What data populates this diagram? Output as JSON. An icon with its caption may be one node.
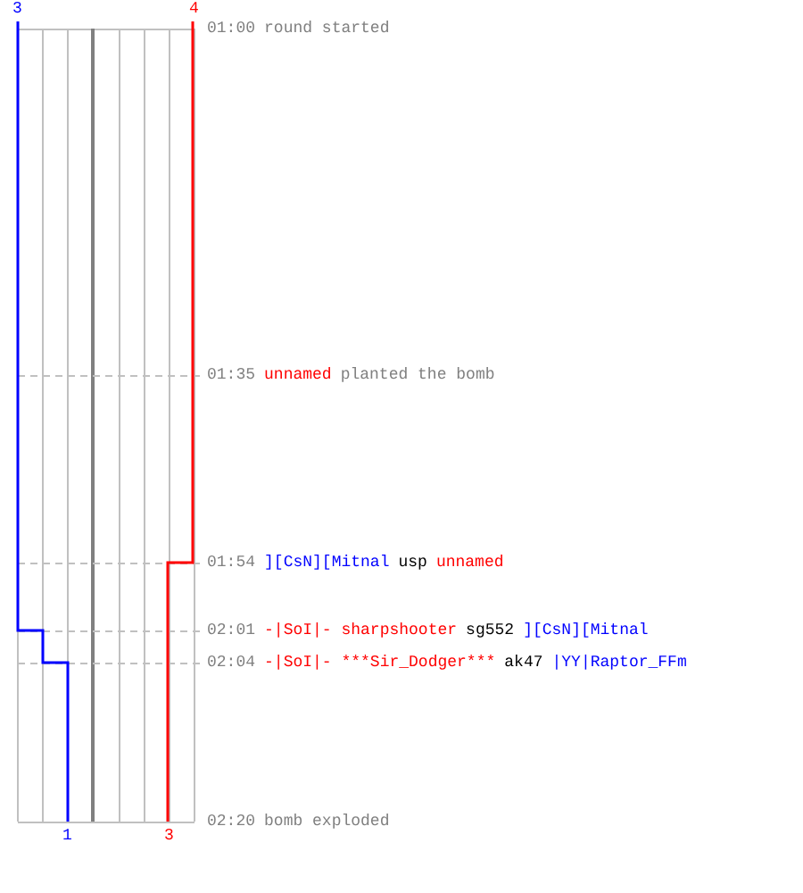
{
  "diagram": {
    "labels": [
      "3",
      "4",
      "01:00",
      "round started",
      "01:35",
      "unnamed",
      "planted the bomb",
      "01:54",
      "][CsN][Mitnal",
      "usp",
      "unnamed",
      "02:01",
      "-|SoI|- sharpshooter",
      "sg552",
      "][CsN][Mitnal",
      "02:04",
      "-|SoI|- ***Sir_Dodger***",
      "ak47",
      "|YY|Raptor_FFm",
      "02:20",
      "bomb exploded",
      "1",
      "3"
    ]
  }
}
